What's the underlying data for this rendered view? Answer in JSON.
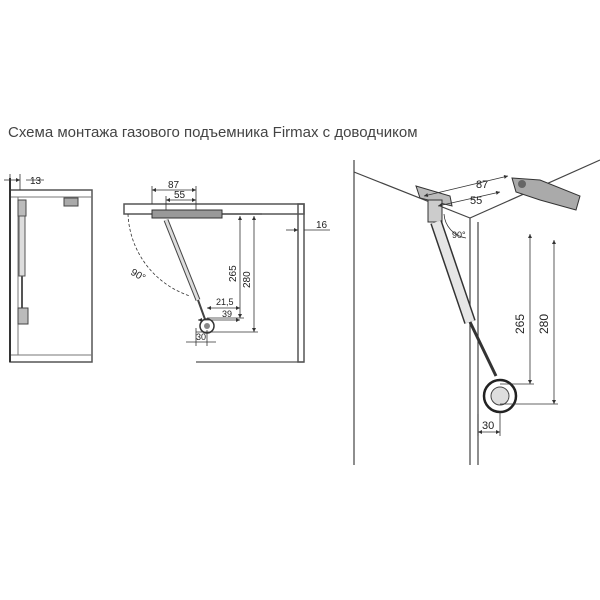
{
  "title": "Схема монтажа газового подъемника Firmax с доводчиком",
  "side_view": {
    "dim_top": "13"
  },
  "section_view": {
    "dim_87": "87",
    "dim_55": "55",
    "dim_angle": "90°",
    "dim_265": "265",
    "dim_280": "280",
    "dim_21_5": "21,5",
    "dim_39": "39",
    "dim_30": "30",
    "dim_16": "16"
  },
  "perspective_view": {
    "dim_87": "87",
    "dim_55": "55",
    "dim_angle": "90°",
    "dim_265": "265",
    "dim_280": "280",
    "dim_30": "30"
  }
}
